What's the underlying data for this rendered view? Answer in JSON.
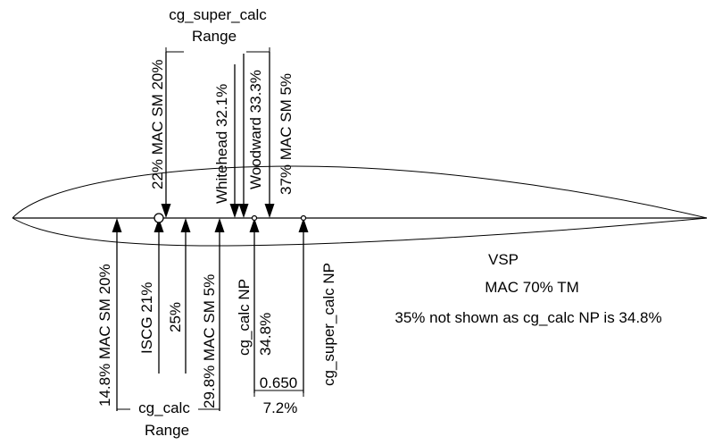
{
  "top_range": {
    "line1": "cg_super_calc",
    "line2": "Range"
  },
  "top_markers": {
    "mac_sm_20": "22% MAC SM 20%",
    "whitehead": "Whitehead 32.1%",
    "woodward": "Woodward 33.3%",
    "mac_sm_5": "37% MAC SM 5%"
  },
  "bottom_markers": {
    "mac_sm_20": "14.8% MAC SM 20%",
    "iscg": "ISCG 21%",
    "pct_25": "25%",
    "mac_sm_5": "29.8% MAC SM 5%",
    "cg_calc_np": "cg_calc NP",
    "cg_calc_np_value": "34.8%",
    "cg_super_calc_np": "cg_super_calc NP"
  },
  "bottom_range": {
    "line1": "cg_calc",
    "line2": "Range"
  },
  "dimension": {
    "length": "0.650",
    "percent": "7.2%"
  },
  "info": {
    "vsp": "VSP",
    "mac": "MAC 70% TM",
    "note": "35% not shown as cg_calc NP is 34.8%"
  }
}
